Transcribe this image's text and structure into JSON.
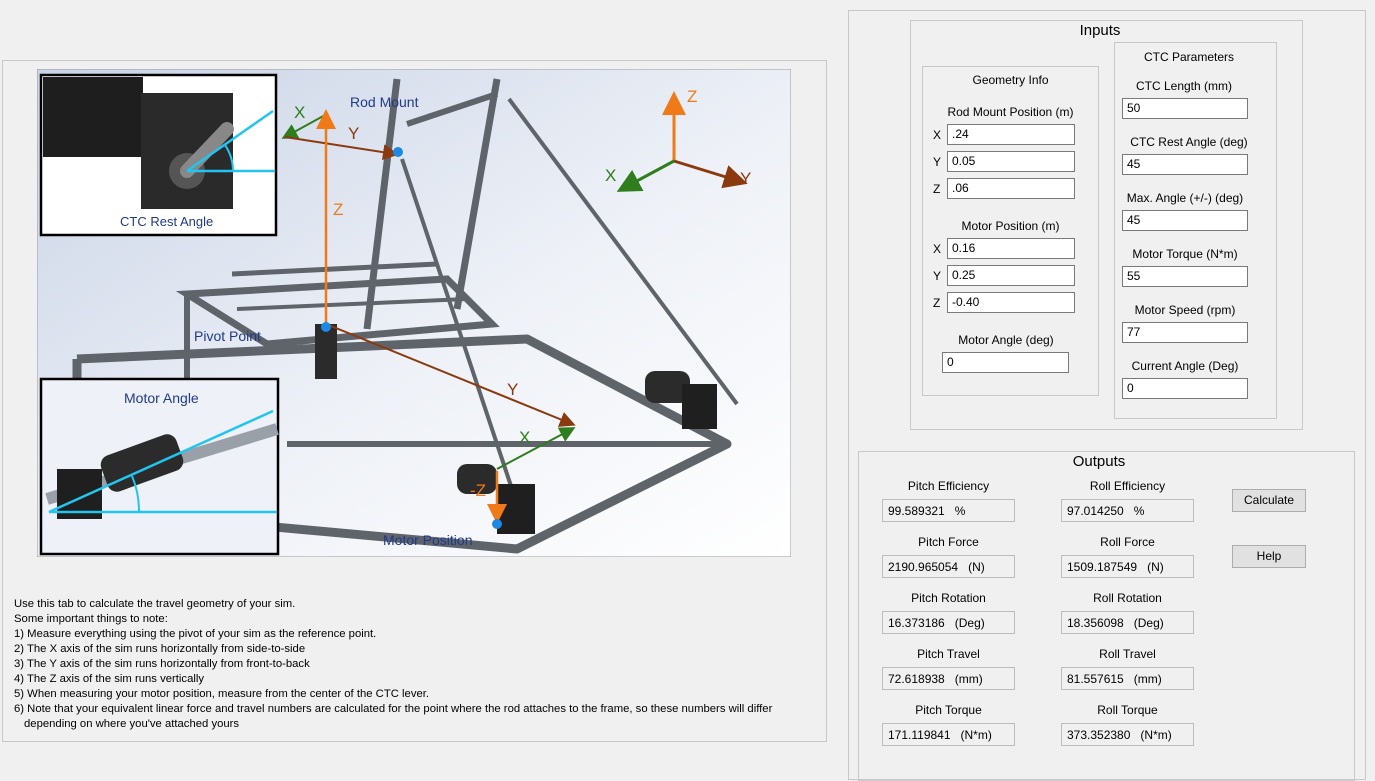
{
  "image_labels": {
    "rod_mount": "Rod Mount",
    "pivot_point": "Pivot Point",
    "motor_position": "Motor Position",
    "ctc_rest_angle": "CTC Rest Angle",
    "motor_angle": "Motor Angle",
    "axis_x": "X",
    "axis_y": "Y",
    "axis_z": "Z",
    "axis_neg_z": "-Z"
  },
  "notes": {
    "line1": "Use this tab to calculate the travel geometry of your sim.",
    "line2": "Some important things to note:",
    "line3": "1) Measure everything using the pivot of your sim as the reference point.",
    "line4": "2) The X axis of the sim runs horizontally from side-to-side",
    "line5": "3) The Y axis of the sim runs horizontally from front-to-back",
    "line6": "4) The Z axis of the sim runs vertically",
    "line7": "5) When measuring your motor position, measure from the center of the CTC lever.",
    "line8": "6) Note that your equivalent linear force and travel numbers are calculated for the point where the rod attaches to the frame, so these numbers will differ",
    "line9": "depending on where you've attached yours"
  },
  "inputs": {
    "title": "Inputs",
    "geometry": {
      "title": "Geometry Info",
      "rod_mount_label": "Rod Mount Position (m)",
      "rod_x": ".24",
      "rod_y": "0.05",
      "rod_z": ".06",
      "motor_pos_label": "Motor Position (m)",
      "motor_x": "0.16",
      "motor_y": "0.25",
      "motor_z": "-0.40",
      "motor_angle_label": "Motor Angle (deg)",
      "motor_angle": "0",
      "x": "X",
      "y": "Y",
      "z": "Z"
    },
    "ctc": {
      "title": "CTC Parameters",
      "length_label": "CTC Length (mm)",
      "length": "50",
      "rest_angle_label": "CTC Rest Angle (deg)",
      "rest_angle": "45",
      "max_angle_label": "Max. Angle (+/-) (deg)",
      "max_angle": "45",
      "torque_label": "Motor Torque (N*m)",
      "torque": "55",
      "speed_label": "Motor Speed (rpm)",
      "speed": "77",
      "current_angle_label": "Current Angle (Deg)",
      "current_angle": "0"
    }
  },
  "outputs": {
    "title": "Outputs",
    "pitch_eff_label": "Pitch Efficiency",
    "pitch_eff": "99.589321   %",
    "roll_eff_label": "Roll Efficiency",
    "roll_eff": "97.014250   %",
    "pitch_force_label": "Pitch Force",
    "pitch_force": "2190.965054   (N)",
    "roll_force_label": "Roll Force",
    "roll_force": "1509.187549   (N)",
    "pitch_rot_label": "Pitch Rotation",
    "pitch_rot": "16.373186   (Deg)",
    "roll_rot_label": "Roll Rotation",
    "roll_rot": "18.356098   (Deg)",
    "pitch_travel_label": "Pitch Travel",
    "pitch_travel": "72.618938   (mm)",
    "roll_travel_label": "Roll Travel",
    "roll_travel": "81.557615   (mm)",
    "pitch_torque_label": "Pitch Torque",
    "pitch_torque": "171.119841   (N*m)",
    "roll_torque_label": "Roll Torque",
    "roll_torque": "373.352380   (N*m)"
  },
  "buttons": {
    "calculate": "Calculate",
    "help": "Help"
  },
  "colors": {
    "x_axis": "#2e7d1e",
    "y_axis": "#8b3a0f",
    "z_axis": "#f07a17",
    "angle_line": "#22c5f0",
    "label_blue": "#1f3a8a"
  }
}
